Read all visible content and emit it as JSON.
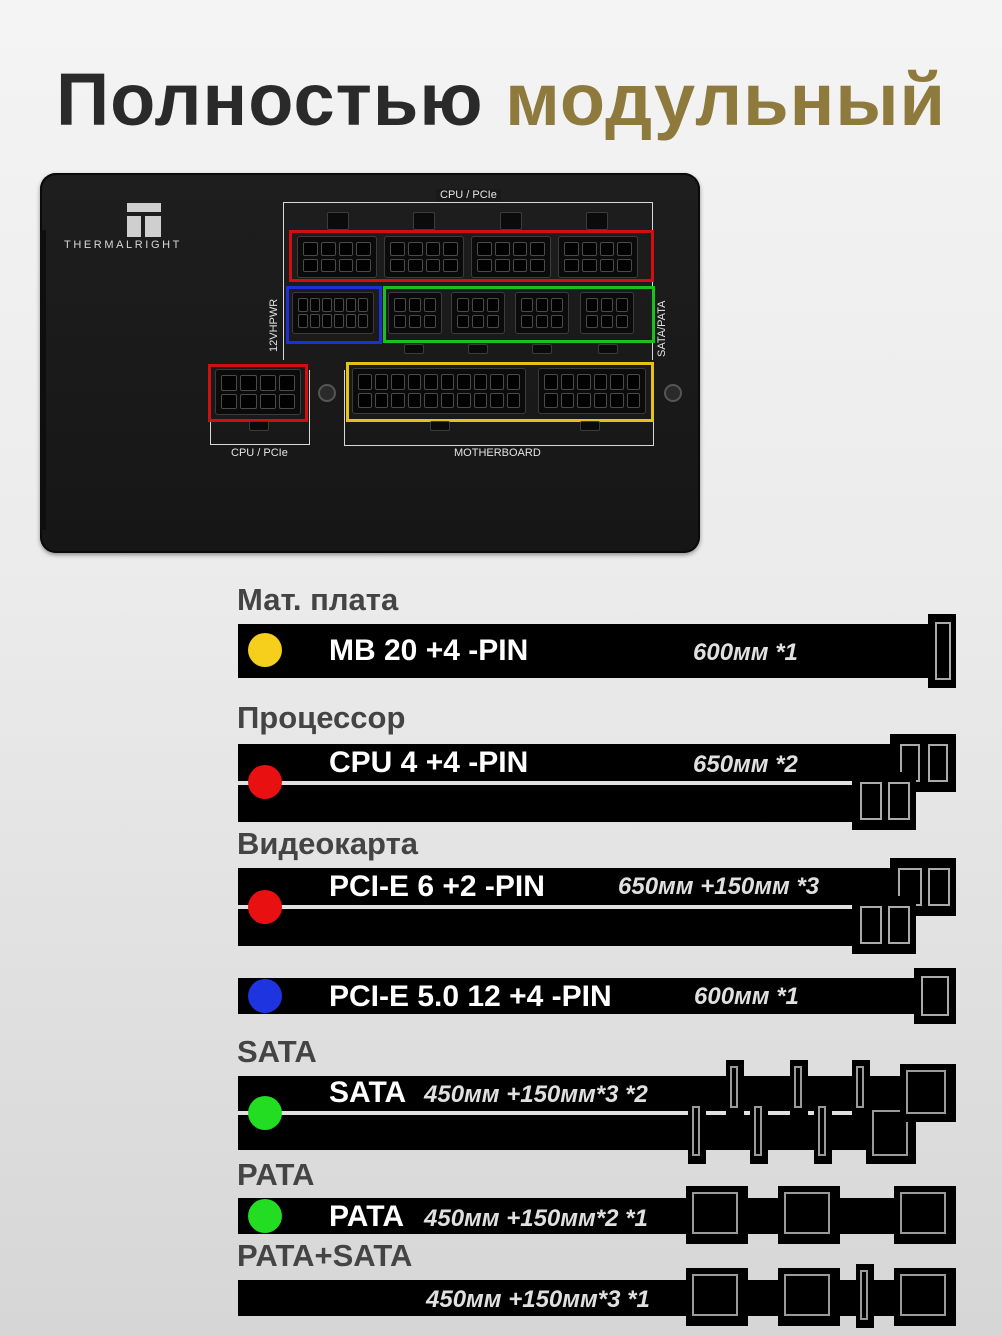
{
  "title": {
    "part1": "Полностью",
    "part2": "модульный"
  },
  "colors": {
    "title_dark": "#2a2a2a",
    "title_gold": "#8d7a3c",
    "highlight_red": "#d01010",
    "highlight_blue": "#1e2fd6",
    "highlight_green": "#18c21a",
    "highlight_yellow": "#e5c21a"
  },
  "psu": {
    "brand": "THERMALRIGHT",
    "labels": {
      "cpu_pcie_top": "CPU / PCIe",
      "vhpwr": "12VHPWR",
      "sata_pata": "SATA/PATA",
      "cpu_pcie_bottom": "CPU / PCIe",
      "motherboard": "MOTHERBOARD"
    }
  },
  "cables": [
    {
      "section": "Мат. плата",
      "name": "MB 20 +4 -PIN",
      "length": "600мм *1",
      "dot_color": "#f5cf1c"
    },
    {
      "section": "Процессор",
      "name": "CPU 4 +4 -PIN",
      "length": "650мм *2",
      "dot_color": "#e81010"
    },
    {
      "section": "Видеокарта",
      "name": "PCI-E 6 +2 -PIN",
      "length": "650мм +150мм *3",
      "dot_color": "#e81010"
    },
    {
      "section": "",
      "name": "PCI-E 5.0 12 +4 -PIN",
      "length": "600мм *1",
      "dot_color": "#1e34e0"
    },
    {
      "section": "SATA",
      "name": "SATA",
      "length": "450мм +150мм*3 *2",
      "dot_color": "#22dd22"
    },
    {
      "section": "PATA",
      "name": "PATA",
      "length": "450мм +150мм*2 *1",
      "dot_color": "#22dd22"
    },
    {
      "section": "PATA+SATA",
      "name": "",
      "length": "450мм +150мм*3 *1"
    }
  ]
}
